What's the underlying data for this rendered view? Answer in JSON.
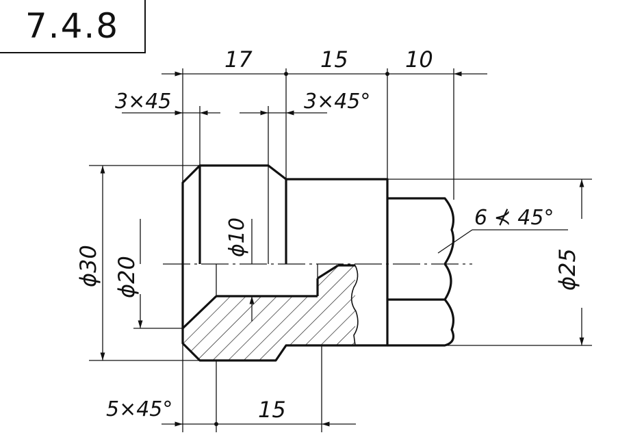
{
  "title": "7.4.8",
  "dimensions": {
    "top_17": "17",
    "top_15": "15",
    "top_10": "10",
    "chamfer_left": "3×45",
    "chamfer_right": "3×45°",
    "dia_30": "ϕ30",
    "dia_20": "ϕ20",
    "dia_10": "ϕ10",
    "dia_25": "ϕ25",
    "hex_note": "6 ⊀ 45°",
    "chamfer_bottom": "5×45°",
    "bottom_15": "15"
  },
  "colors": {
    "line": "#111111",
    "background": "#ffffff"
  }
}
